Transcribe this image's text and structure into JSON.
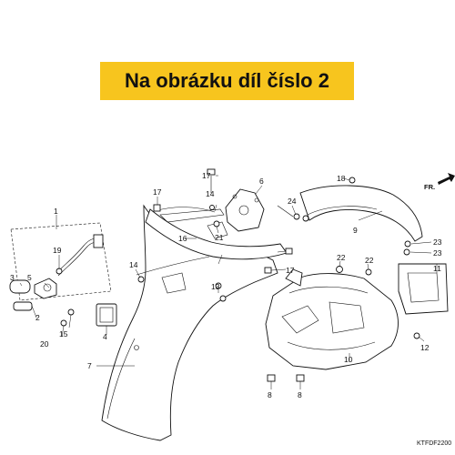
{
  "banner": {
    "text": "Na obrázku díl číslo 2",
    "color": "#f7c51e"
  },
  "diagram_code": "KTFDF2200",
  "direction_label": "FR.",
  "callouts": {
    "c1": "1",
    "c2": "2",
    "c3": "3",
    "c4": "4",
    "c5": "5",
    "c6": "6",
    "c7": "7",
    "c8a": "8",
    "c8b": "8",
    "c9": "9",
    "c10": "10",
    "c11": "11",
    "c12": "12",
    "c13": "13",
    "c14a": "14",
    "c14b": "14",
    "c15": "15",
    "c16": "16",
    "c17a": "17",
    "c17b": "17",
    "c17c": "17",
    "c18": "18",
    "c19": "19",
    "c20": "20",
    "c21": "21",
    "c22a": "22",
    "c22b": "22",
    "c23a": "23",
    "c23b": "23",
    "c24": "24"
  }
}
